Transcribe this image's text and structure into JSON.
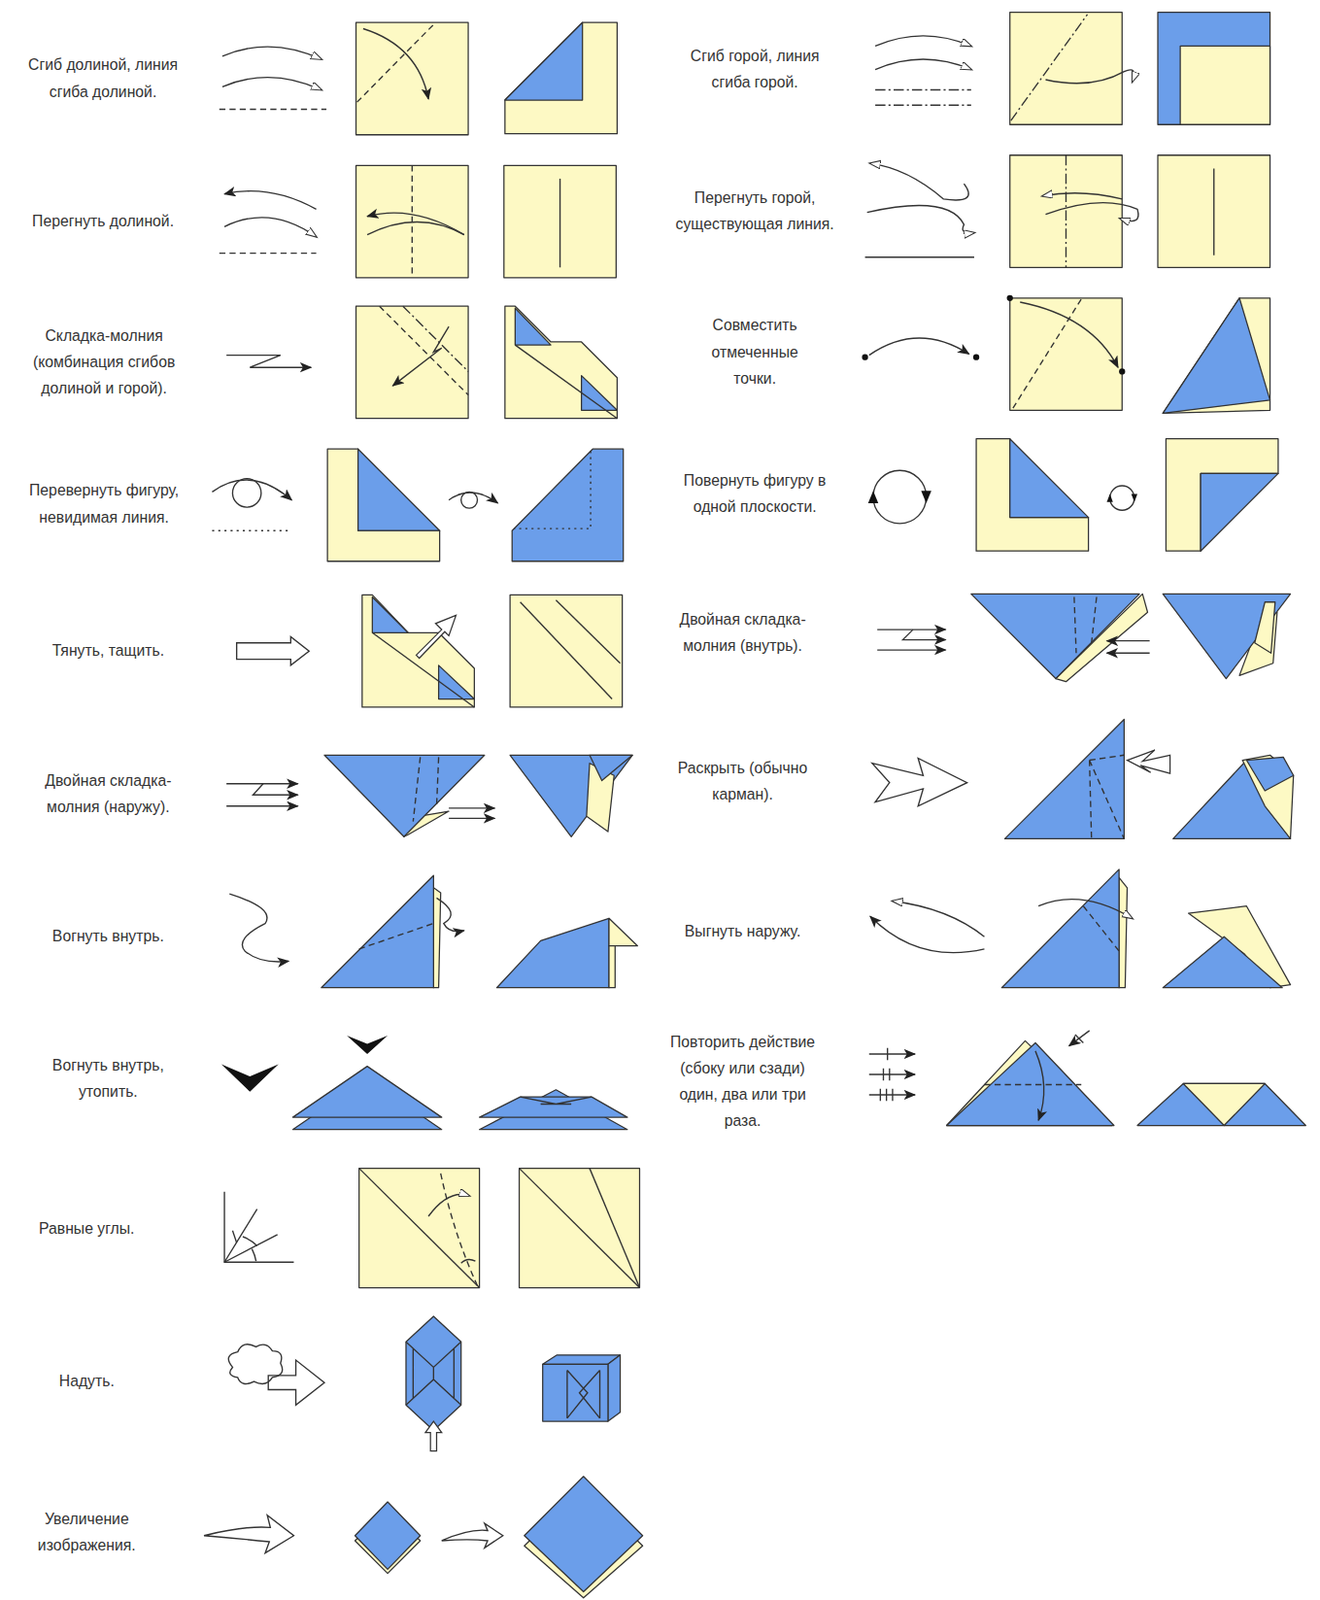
{
  "diagram": {
    "labels": [
      "Сгиб долиной, линия сгиба долиной.",
      "Сгиб горой, линия сгиба горой.",
      "Перегнуть долиной.",
      "Перегнуть горой, существующая линия.",
      "Складка-молния (комбинация сгибов долиной и горой).",
      "Совместить отмеченные точки.",
      "Перевернуть фигуру, невидимая линия.",
      "Повернуть фигуру в одной плоскости.",
      "Тянуть, тащить.",
      "Двойная складка-молния (внутрь).",
      "Двойная складка-молния (наружу).",
      "Раскрыть (обычно карман).",
      "Вогнуть внутрь.",
      "Выгнуть наружу.",
      "Вогнуть внутрь, утопить.",
      "Повторить действие (сбоку или сзади) один, два или три раза.",
      "Равные углы.",
      "Надуть.",
      "Увеличение изображения."
    ]
  }
}
